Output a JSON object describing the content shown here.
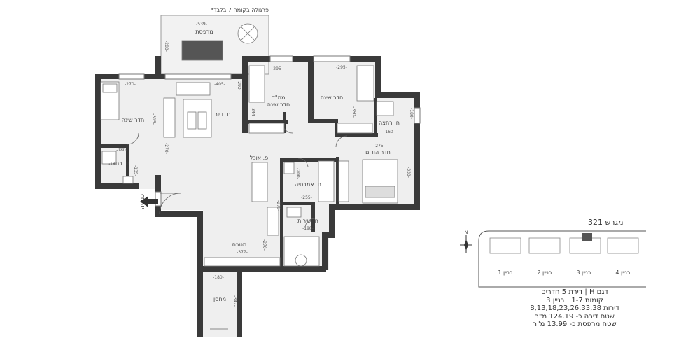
{
  "balcony_note": "*פרגולה בקומה 7 בלבד",
  "entrance_label": "כניסה",
  "rooms": {
    "balcony": "מרפסת",
    "bedroom_left": "חדר שינה",
    "living": "ח. דיור",
    "safe_room": "ממ\"ד",
    "safe_room_sub": "חדר שינה",
    "bedroom_mid": "חדר שינה",
    "bath_right": "ח. רחצה",
    "parents": "חדר הורים",
    "dining": "פ. אוכל",
    "bath_left": "ח. רחצה",
    "bathroom": "ח. אמבטיה",
    "service": "ח. שירות",
    "kitchen": "מטבח",
    "storage": "מחסן"
  },
  "dimensions": {
    "balcony_w": "-539-",
    "balcony_h": "-280-",
    "bed_left_w": "-270-",
    "bed_left_h": "-315-",
    "living_w": "-405-",
    "living_h": "-270-",
    "living_side": "-290-",
    "safe_w": "-295-",
    "safe_h": "-344-",
    "bed_mid_w": "-295-",
    "bed_mid_h": "-350-",
    "bath_right_h": "-180-",
    "bath_right_w": "-160-",
    "parents_w": "-275-",
    "parents_h": "-330-",
    "bath_left_w": "-180-",
    "bath_left_h": "-135-",
    "bathroom_w": "-255-",
    "bathroom_h": "-200-",
    "service_w": "-198-",
    "kitchen_w": "-377-",
    "kitchen_h": "-270-",
    "hall_h": "-275-",
    "storage_w": "-180-",
    "storage_h": "-347-"
  },
  "lot_title": "מגרש 321",
  "buildings": [
    "בניין 1",
    "בניין 2",
    "בניין 3",
    "בניין 4"
  ],
  "highlight_color": "#555555",
  "info_lines": [
    "דגם H | דירת 5 חדרים",
    "קומות 1-7 | בניין 3",
    "דירות 8,13,18,23,26,33,38",
    "שטח דירה כ- 124.19 מ\"ר",
    "שטח מרפסת כ- 13.99 מ\"ר"
  ]
}
